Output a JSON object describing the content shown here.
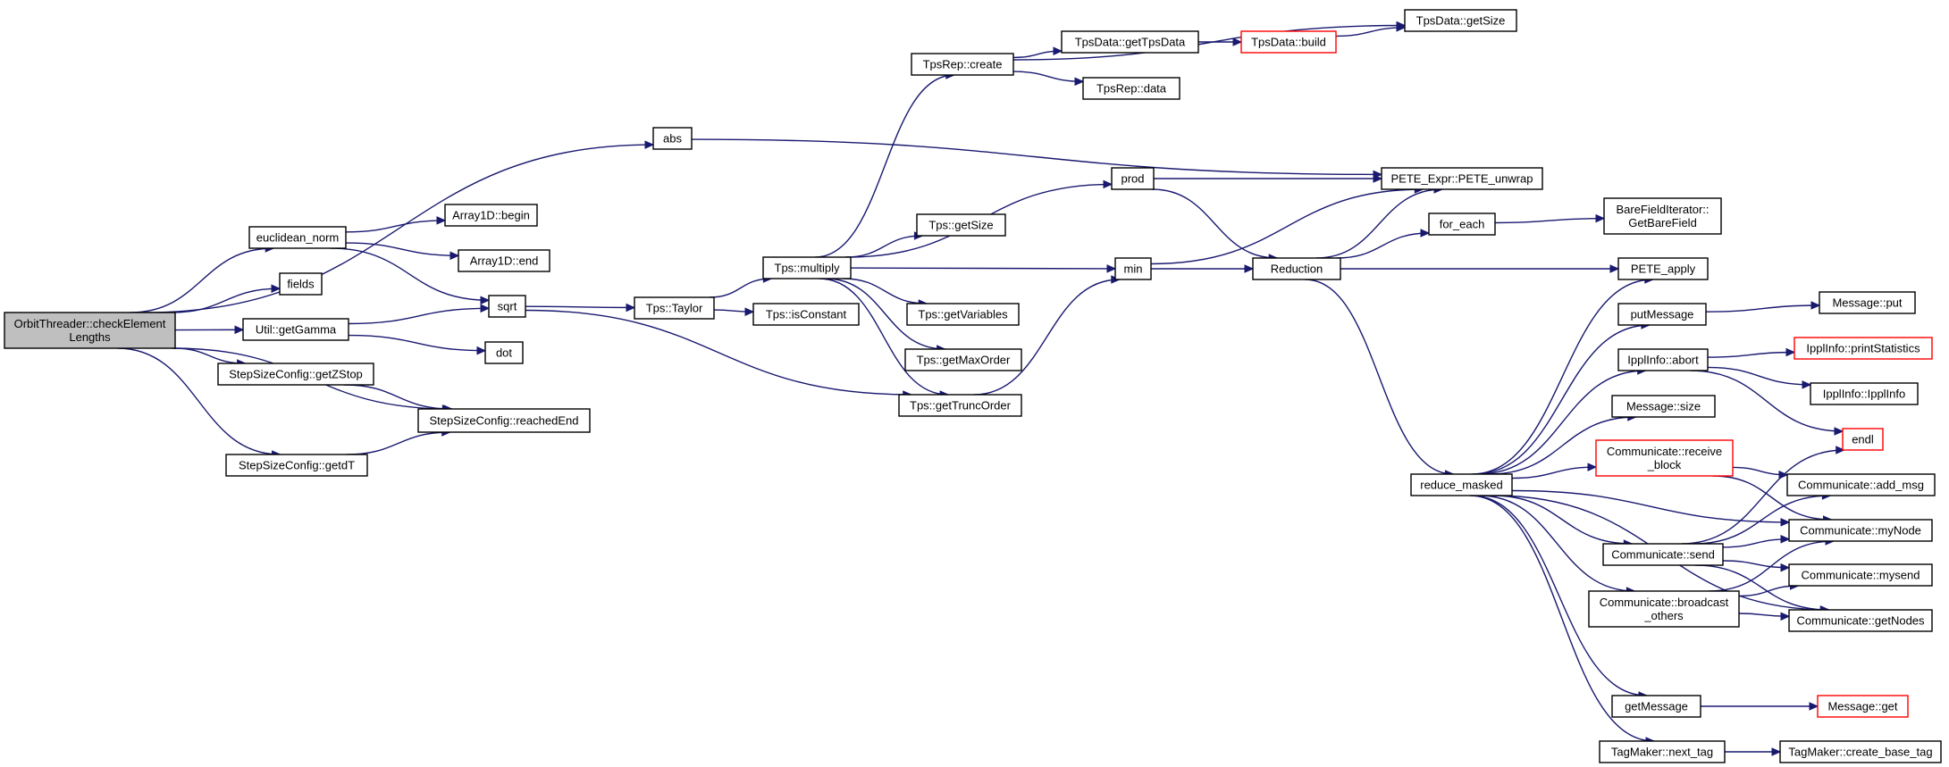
{
  "diagram": {
    "type": "call-graph",
    "colors": {
      "edge": "#191970",
      "node_border": "#000000",
      "truncated_node_border": "#ff0000",
      "root_fill": "#bfbfbf",
      "node_fill": "#ffffff"
    },
    "nodes": [
      {
        "id": "root",
        "lines": [
          "OrbitThreader::checkElement",
          "Lengths"
        ],
        "style": "root"
      },
      {
        "id": "abs",
        "lines": [
          "abs"
        ]
      },
      {
        "id": "euclidean_norm",
        "lines": [
          "euclidean_norm"
        ]
      },
      {
        "id": "fields",
        "lines": [
          "fields"
        ]
      },
      {
        "id": "getGamma",
        "lines": [
          "Util::getGamma"
        ]
      },
      {
        "id": "getZStop",
        "lines": [
          "StepSizeConfig::getZStop"
        ]
      },
      {
        "id": "reachedEnd",
        "lines": [
          "StepSizeConfig::reachedEnd"
        ]
      },
      {
        "id": "getdT",
        "lines": [
          "StepSizeConfig::getdT"
        ]
      },
      {
        "id": "a1begin",
        "lines": [
          "Array1D::begin"
        ]
      },
      {
        "id": "a1end",
        "lines": [
          "Array1D::end"
        ]
      },
      {
        "id": "sqrt",
        "lines": [
          "sqrt"
        ]
      },
      {
        "id": "dot",
        "lines": [
          "dot"
        ]
      },
      {
        "id": "taylor",
        "lines": [
          "Tps::Taylor"
        ]
      },
      {
        "id": "multiply",
        "lines": [
          "Tps::multiply"
        ]
      },
      {
        "id": "isConstant",
        "lines": [
          "Tps::isConstant"
        ]
      },
      {
        "id": "repCreate",
        "lines": [
          "TpsRep::create"
        ]
      },
      {
        "id": "getTpsData",
        "lines": [
          "TpsData::getTpsData"
        ]
      },
      {
        "id": "build",
        "lines": [
          "TpsData::build"
        ],
        "style": "red"
      },
      {
        "id": "tdGetSize",
        "lines": [
          "TpsData::getSize"
        ]
      },
      {
        "id": "repData",
        "lines": [
          "TpsRep::data"
        ]
      },
      {
        "id": "prod",
        "lines": [
          "prod"
        ]
      },
      {
        "id": "tpsGetSize",
        "lines": [
          "Tps::getSize"
        ]
      },
      {
        "id": "getVariables",
        "lines": [
          "Tps::getVariables"
        ]
      },
      {
        "id": "getMaxOrder",
        "lines": [
          "Tps::getMaxOrder"
        ]
      },
      {
        "id": "getTruncOrder",
        "lines": [
          "Tps::getTruncOrder"
        ]
      },
      {
        "id": "min",
        "lines": [
          "min"
        ]
      },
      {
        "id": "peteUnwrap",
        "lines": [
          "PETE_Expr::PETE_unwrap"
        ]
      },
      {
        "id": "reduction",
        "lines": [
          "Reduction"
        ]
      },
      {
        "id": "forEach",
        "lines": [
          "for_each"
        ]
      },
      {
        "id": "bareField",
        "lines": [
          "BareFieldIterator::",
          "GetBareField"
        ]
      },
      {
        "id": "peteApply",
        "lines": [
          "PETE_apply"
        ]
      },
      {
        "id": "reduceMasked",
        "lines": [
          "reduce_masked"
        ]
      },
      {
        "id": "putMessage",
        "lines": [
          "putMessage"
        ]
      },
      {
        "id": "msgPut",
        "lines": [
          "Message::put"
        ]
      },
      {
        "id": "ipplAbort",
        "lines": [
          "IpplInfo::abort"
        ]
      },
      {
        "id": "printStats",
        "lines": [
          "IpplInfo::printStatistics"
        ],
        "style": "red"
      },
      {
        "id": "ipplCtor",
        "lines": [
          "IpplInfo::IpplInfo"
        ]
      },
      {
        "id": "endl",
        "lines": [
          "endl"
        ],
        "style": "red"
      },
      {
        "id": "msgSize",
        "lines": [
          "Message::size"
        ]
      },
      {
        "id": "recvBlock",
        "lines": [
          "Communicate::receive",
          "_block"
        ],
        "style": "red"
      },
      {
        "id": "addMsg",
        "lines": [
          "Communicate::add_msg"
        ]
      },
      {
        "id": "myNode",
        "lines": [
          "Communicate::myNode"
        ]
      },
      {
        "id": "send",
        "lines": [
          "Communicate::send"
        ]
      },
      {
        "id": "mysend",
        "lines": [
          "Communicate::mysend"
        ]
      },
      {
        "id": "bcastOthers",
        "lines": [
          "Communicate::broadcast",
          "_others"
        ]
      },
      {
        "id": "getNodes",
        "lines": [
          "Communicate::getNodes"
        ]
      },
      {
        "id": "getMessage",
        "lines": [
          "getMessage"
        ]
      },
      {
        "id": "msgGet",
        "lines": [
          "Message::get"
        ],
        "style": "red"
      },
      {
        "id": "nextTag",
        "lines": [
          "TagMaker::next_tag"
        ]
      },
      {
        "id": "createBaseTag",
        "lines": [
          "TagMaker::create_base_tag"
        ]
      }
    ],
    "edges": [
      [
        "root",
        "abs"
      ],
      [
        "root",
        "euclidean_norm"
      ],
      [
        "root",
        "fields"
      ],
      [
        "root",
        "getGamma"
      ],
      [
        "root",
        "getZStop"
      ],
      [
        "root",
        "reachedEnd"
      ],
      [
        "root",
        "getdT"
      ],
      [
        "euclidean_norm",
        "a1begin"
      ],
      [
        "euclidean_norm",
        "a1end"
      ],
      [
        "euclidean_norm",
        "sqrt"
      ],
      [
        "getGamma",
        "sqrt"
      ],
      [
        "getGamma",
        "dot"
      ],
      [
        "getZStop",
        "reachedEnd"
      ],
      [
        "getdT",
        "reachedEnd"
      ],
      [
        "abs",
        "peteUnwrap"
      ],
      [
        "sqrt",
        "taylor"
      ],
      [
        "sqrt",
        "getTruncOrder"
      ],
      [
        "taylor",
        "multiply"
      ],
      [
        "taylor",
        "isConstant"
      ],
      [
        "multiply",
        "repCreate"
      ],
      [
        "multiply",
        "prod"
      ],
      [
        "multiply",
        "tpsGetSize"
      ],
      [
        "multiply",
        "min"
      ],
      [
        "multiply",
        "getVariables"
      ],
      [
        "multiply",
        "getMaxOrder"
      ],
      [
        "multiply",
        "getTruncOrder"
      ],
      [
        "repCreate",
        "tdGetSize"
      ],
      [
        "repCreate",
        "getTpsData"
      ],
      [
        "repCreate",
        "repData"
      ],
      [
        "getTpsData",
        "build"
      ],
      [
        "build",
        "tdGetSize"
      ],
      [
        "prod",
        "peteUnwrap"
      ],
      [
        "prod",
        "reduction"
      ],
      [
        "getTruncOrder",
        "min"
      ],
      [
        "min",
        "peteUnwrap"
      ],
      [
        "min",
        "reduction"
      ],
      [
        "reduction",
        "peteUnwrap"
      ],
      [
        "reduction",
        "forEach"
      ],
      [
        "reduction",
        "peteApply"
      ],
      [
        "reduction",
        "reduceMasked"
      ],
      [
        "forEach",
        "bareField"
      ],
      [
        "reduceMasked",
        "peteApply"
      ],
      [
        "reduceMasked",
        "putMessage"
      ],
      [
        "reduceMasked",
        "ipplAbort"
      ],
      [
        "reduceMasked",
        "msgSize"
      ],
      [
        "reduceMasked",
        "recvBlock"
      ],
      [
        "reduceMasked",
        "myNode"
      ],
      [
        "reduceMasked",
        "send"
      ],
      [
        "reduceMasked",
        "bcastOthers"
      ],
      [
        "reduceMasked",
        "getNodes"
      ],
      [
        "reduceMasked",
        "getMessage"
      ],
      [
        "reduceMasked",
        "nextTag"
      ],
      [
        "putMessage",
        "msgPut"
      ],
      [
        "ipplAbort",
        "printStats"
      ],
      [
        "ipplAbort",
        "ipplCtor"
      ],
      [
        "ipplAbort",
        "endl"
      ],
      [
        "recvBlock",
        "addMsg"
      ],
      [
        "recvBlock",
        "myNode"
      ],
      [
        "send",
        "endl"
      ],
      [
        "send",
        "addMsg"
      ],
      [
        "send",
        "myNode"
      ],
      [
        "send",
        "mysend"
      ],
      [
        "send",
        "getNodes"
      ],
      [
        "bcastOthers",
        "myNode"
      ],
      [
        "bcastOthers",
        "mysend"
      ],
      [
        "bcastOthers",
        "getNodes"
      ],
      [
        "getMessage",
        "msgGet"
      ],
      [
        "nextTag",
        "createBaseTag"
      ]
    ]
  }
}
